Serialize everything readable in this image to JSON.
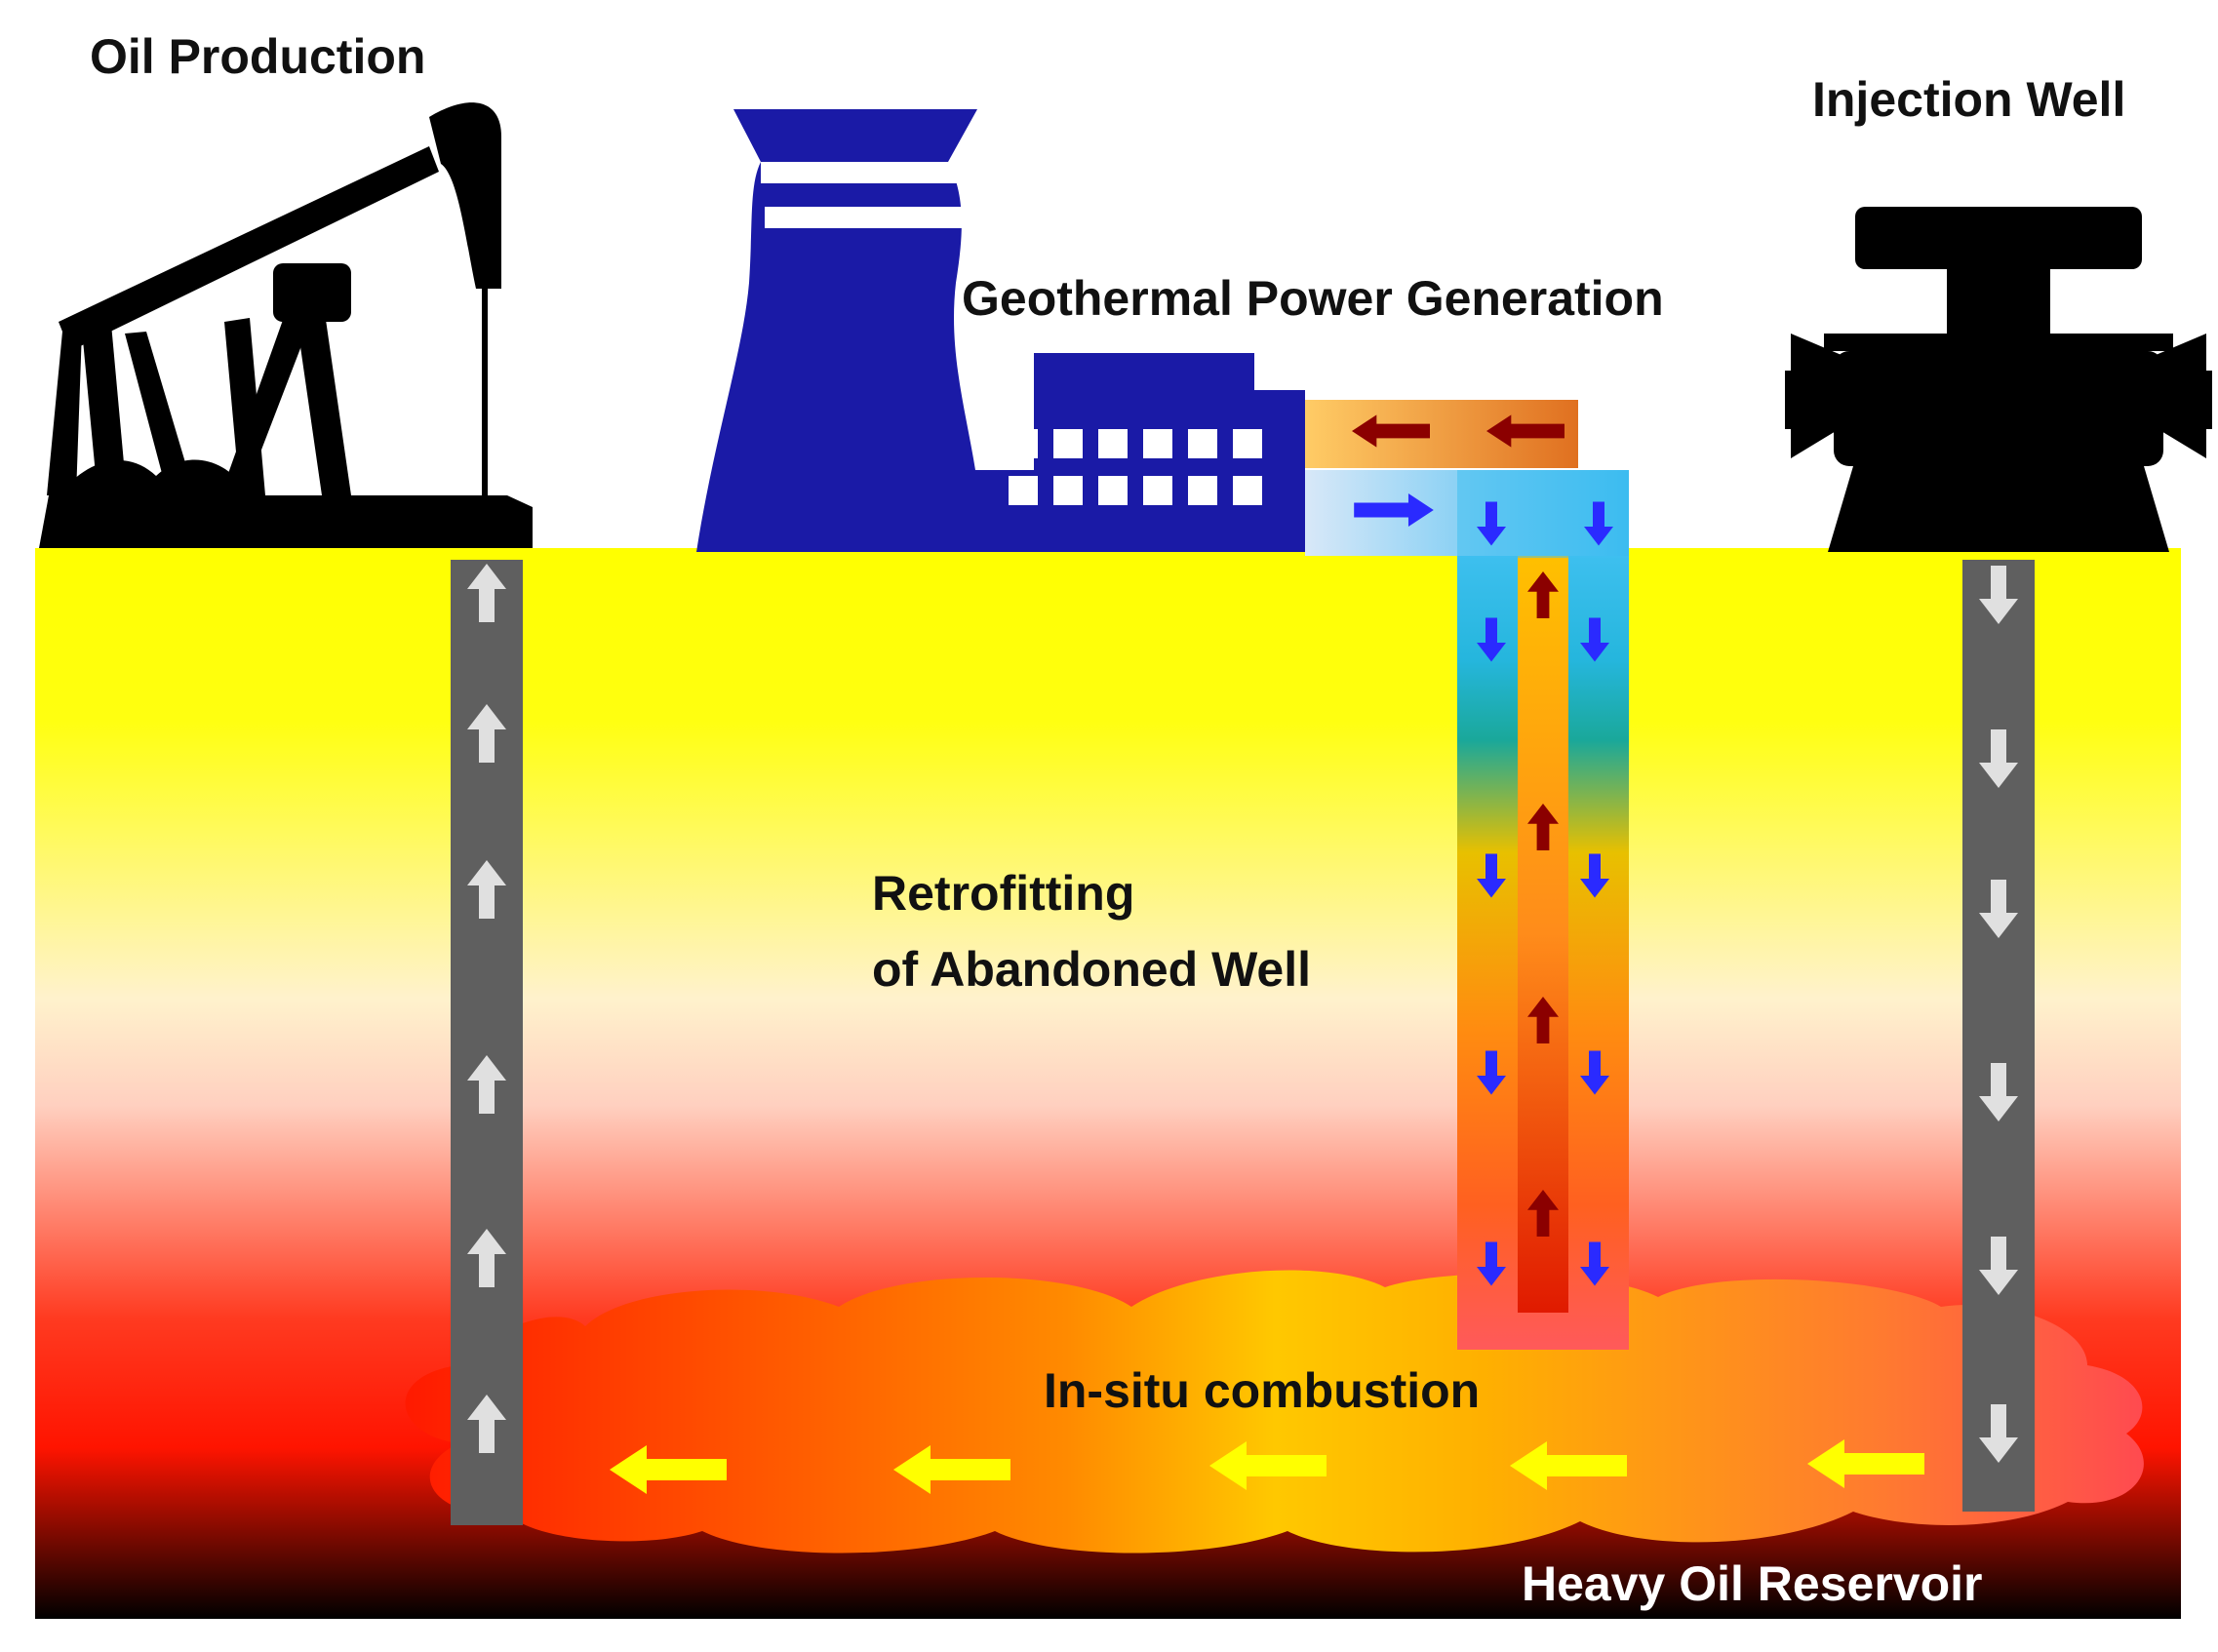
{
  "labels": {
    "oil_production": "Oil Production",
    "injection_well": "Injection Well",
    "geothermal": "Geothermal Power Generation",
    "retrofit_line1": "Retrofitting",
    "retrofit_line2": "of Abandoned Well",
    "combustion": "In-situ combustion",
    "reservoir": "Heavy Oil Reservoir"
  },
  "colors": {
    "ground_top": "#ffff00",
    "ground_mid": "#fff2cc",
    "ground_hot": "#ff1a00",
    "bedrock": "#000000",
    "plant_blue": "#1a1aa6",
    "pipe_gray": "#5f5f5f",
    "flow_hot_arrow": "#8b0000",
    "flow_cold_arrow": "#2a2aff",
    "combustion_arrow": "#ffff00"
  },
  "icons": {
    "pumpjack": "pumpjack-icon",
    "power_plant": "power-plant-icon",
    "wellhead": "wellhead-valve-icon"
  }
}
